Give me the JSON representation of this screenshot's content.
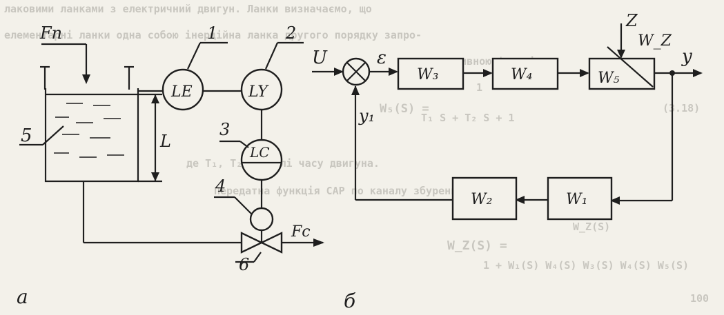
{
  "background": {
    "line1": "лаковими ланками з електричний двигун. Ланки визначаємо, що",
    "line2": "елементарні ланки одна собою інерційна ланка другого порядку запро-",
    "line3": "дативною функцією",
    "formula_left": "W₅(S) =",
    "formula_num": "1",
    "formula_den": "T₁ S + T₂ S + 1",
    "eq_no": "(3.18)",
    "dev_line": "де T₁, T₂ – сталі часу двигуна.",
    "tf_line": "Передатна функція САР по каналу збурення",
    "wz_lhs": "W_Z(S) =",
    "wz_num": "W_Z(S)",
    "wz_den": "1 + W₁(S) W₄(S) W₃(S) W₄(S) W₅(S)",
    "page": "100"
  },
  "schematic": {
    "label_fn": "Fn",
    "label_fc": "Fc",
    "label_L": "L",
    "sensor_LE": "LE",
    "controller_LY": "LY",
    "regulator_LC": "LC",
    "num_1": "1",
    "num_2": "2",
    "num_3": "3",
    "num_4": "4",
    "num_5": "5",
    "num_6": "6",
    "caption": "а"
  },
  "block_diagram": {
    "input": "U",
    "error": "ε",
    "output": "y",
    "feedback": "y₁",
    "disturbance": "Z",
    "disturbance_tf": "W_Z",
    "blocks": [
      "W₃",
      "W₄",
      "W₅",
      "W₂",
      "W₁"
    ],
    "caption": "б"
  },
  "colors": {
    "ink": "#1e1e1e",
    "paper": "#f3f1ea",
    "faded": "#c8c6bf"
  }
}
